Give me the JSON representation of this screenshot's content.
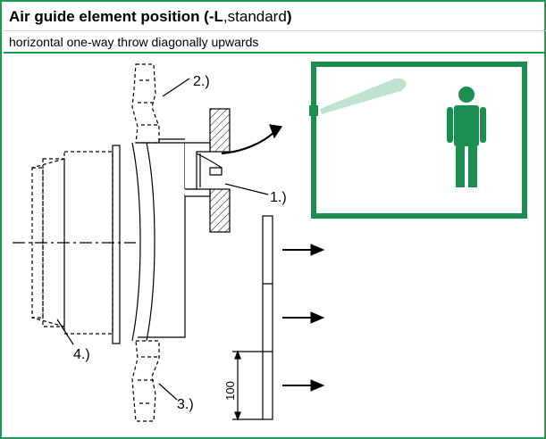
{
  "header": {
    "title_prefix": "Air guide element position (",
    "title_code": "-L",
    "title_sep": ",",
    "title_variant": "standard",
    "title_suffix": ")",
    "subtitle": "horizontal one-way throw diagonally upwards"
  },
  "labels": {
    "part1": "1.)",
    "part2": "2.)",
    "part3": "3.)",
    "part4": "4.)",
    "dimension": "100"
  },
  "colors": {
    "accent": "#1f9a4e",
    "room_green": "#1b8f52",
    "jet": "#bfe3cf"
  }
}
